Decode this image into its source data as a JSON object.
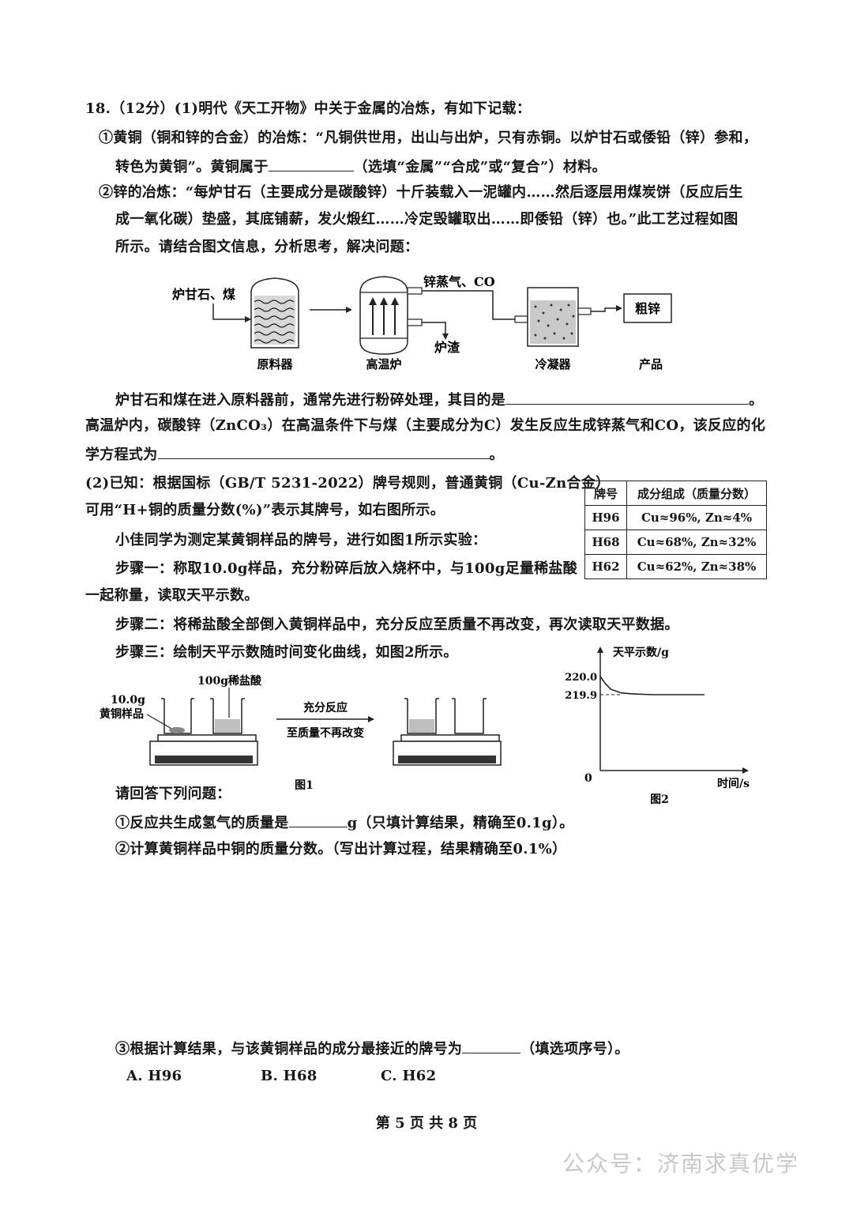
{
  "question": {
    "header": "18.（12分）(1)明代《天工开物》中关于金属的冶炼，有如下记载：",
    "brass_line1": "①黄铜（铜和锌的合金）的冶炼：“凡铜供世用，出山与出炉，只有赤铜。以炉甘石或倭铅（锌）参和，",
    "brass_line2a": "转色为黄铜”。黄铜属于",
    "brass_line2b": "（选填“金属”“合成”或“复合”）材料。",
    "zinc_line1": "②锌的冶炼：“每炉甘石（主要成分是碳酸锌）十斤装载入一泥罐内……然后逐层用煤炭饼（反应后生",
    "zinc_line2": "成一氧化碳）垫盛，其底铺薪，发火煅红……冷定毁罐取出……即倭铅（锌）也。”此工艺过程如图",
    "zinc_line3": "所示。请结合图文信息，分析思考，解决问题："
  },
  "flow": {
    "input_label": "炉甘石、煤",
    "zinc_vapor_label": "锌蒸气、CO",
    "slag_label": "炉渣",
    "product_box": "粗锌",
    "cap_raw": "原料器",
    "cap_furnace": "高温炉",
    "cap_condenser": "冷凝器",
    "cap_product": "产品"
  },
  "q1": {
    "crush_a": "炉甘石和煤在进入原料器前，通常先进行粉碎处理，其目的是",
    "crush_b": "。",
    "react_line1": "高温炉内，碳酸锌（ZnCO₃）在高温条件下与煤（主要成分为C）发生反应生成锌蒸气和CO，该反应的化",
    "react_line2a": "学方程式为",
    "react_line2b": "。"
  },
  "part2": {
    "line1": "(2)已知：根据国标（GB/T 5231-2022）牌号规则，普通黄铜（Cu-Zn合金）",
    "line2": "可用“H+铜的质量分数(%)”表示其牌号，如右图所示。",
    "line3": "小佳同学为测定某黄铜样品的牌号，进行如图1所示实验：",
    "step1a": "步骤一：称取10.0g样品，充分粉碎后放入烧杯中，与100g足量稀盐酸",
    "step1b": "一起称量，读取天平示数。",
    "step2": "步骤二：将稀盐酸全部倒入黄铜样品中，充分反应至质量不再改变，再次读取天平数据。",
    "step3": "步骤三：绘制天平示数随时间变化曲线，如图2所示。"
  },
  "grade_table": {
    "headers": [
      "牌号",
      "成分组成（质量分数）"
    ],
    "rows": [
      [
        "H96",
        "Cu≈96%, Zn≈4%"
      ],
      [
        "H68",
        "Cu≈68%, Zn≈32%"
      ],
      [
        "H62",
        "Cu≈62%, Zn≈38%"
      ]
    ]
  },
  "fig1": {
    "sample_label_1": "10.0g",
    "sample_label_2": "黄铜样品",
    "acid_label": "100g稀盐酸",
    "arrow_top": "充分反应",
    "arrow_bottom": "至质量不再改变",
    "caption": "图1"
  },
  "chart_data": {
    "type": "line",
    "ylabel": "天平示数/g",
    "xlabel": "时间/s",
    "origin_label": "0",
    "y_ticks": [
      "220.0",
      "219.9"
    ],
    "series": [
      {
        "x": [
          0,
          0.05,
          0.1,
          0.2,
          0.3,
          0.5,
          1.0
        ],
        "y": [
          220.0,
          219.96,
          219.93,
          219.91,
          219.905,
          219.9,
          219.9
        ]
      }
    ],
    "caption": "图2"
  },
  "questions": {
    "intro": "请回答下列问题：",
    "q_a1": "①反应共生成氢气的质量是",
    "q_a2": "g（只填计算结果，精确至0.1g）。",
    "q_b": "②计算黄铜样品中铜的质量分数。（写出计算过程，结果精确至0.1%）",
    "q_c1": "③根据计算结果，与该黄铜样品的成分最接近的牌号为",
    "q_c2": "（填选项序号）。"
  },
  "options": [
    "A. H96",
    "B. H68",
    "C. H62"
  ],
  "footer": "第 5 页 共 8 页",
  "watermark": "公众号：济南求真优学"
}
